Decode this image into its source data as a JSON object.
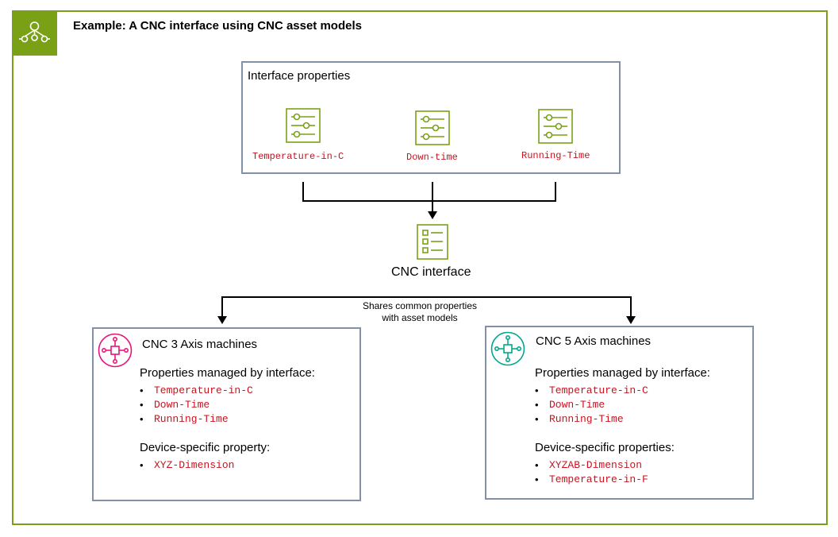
{
  "title": "Example: A CNC interface using CNC asset models",
  "interface_properties": {
    "heading": "Interface properties",
    "properties": [
      {
        "name": "Temperature-in-C",
        "icon": "sliders-icon"
      },
      {
        "name": "Down-time",
        "icon": "sliders-icon"
      },
      {
        "name": "Running-Time",
        "icon": "sliders-icon"
      }
    ]
  },
  "cnc_interface": {
    "label": "CNC interface",
    "icon": "checklist-icon"
  },
  "shares_note": {
    "line1": "Shares common properties",
    "line2": "with asset models"
  },
  "machines": [
    {
      "title": "CNC 3 Axis machines",
      "icon": "asset-model-icon",
      "icon_color": "#e7157b",
      "managed_heading": "Properties managed by interface:",
      "managed": [
        "Temperature-in-C",
        "Down-Time",
        "Running-Time"
      ],
      "specific_heading": "Device-specific property:",
      "specific": [
        "XYZ-Dimension"
      ]
    },
    {
      "title": "CNC 5 Axis machines",
      "icon": "asset-model-icon",
      "icon_color": "#01a88d",
      "managed_heading": "Properties managed by interface:",
      "managed": [
        "Temperature-in-C",
        "Down-Time",
        "Running-Time"
      ],
      "specific_heading": "Device-specific properties:",
      "specific": [
        "XYZAB-Dimension",
        "Temperature-in-F"
      ]
    }
  ],
  "colors": {
    "accent": "#7aa116",
    "box_border": "#8291a8",
    "code_text": "#c7131f"
  }
}
